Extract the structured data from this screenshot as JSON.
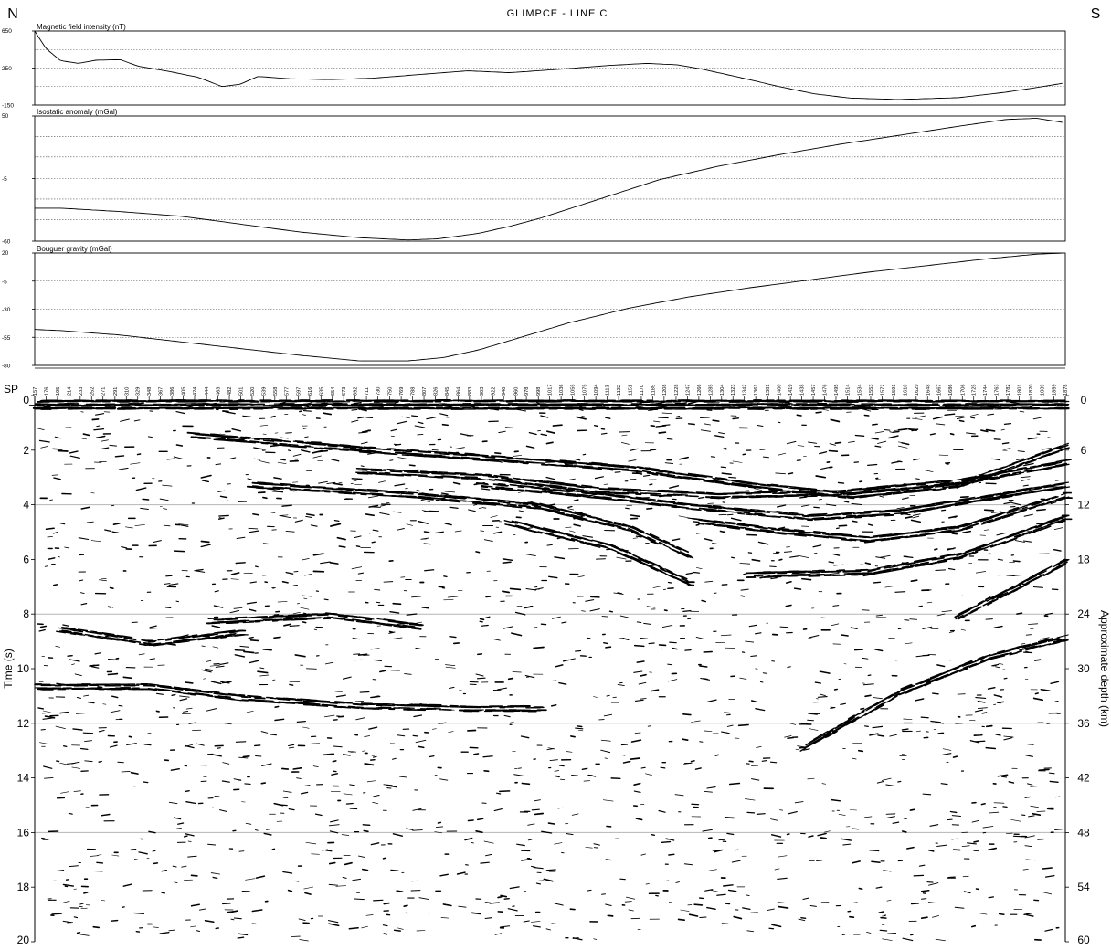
{
  "title": "GLIMPCE - LINE C",
  "compass": {
    "left": "N",
    "right": "S"
  },
  "chart_data": [
    {
      "type": "line",
      "title": "Magnetic field intensity (nT)",
      "ylim": [
        -150,
        650
      ],
      "y_ticks": [
        "650",
        "250",
        "-150"
      ],
      "grid_values": [
        450,
        250,
        50
      ],
      "xlim": [
        157,
        1878
      ],
      "x": [
        157,
        176,
        200,
        230,
        260,
        300,
        330,
        380,
        430,
        470,
        500,
        530,
        580,
        650,
        720,
        800,
        880,
        950,
        1040,
        1120,
        1180,
        1230,
        1270,
        1330,
        1400,
        1460,
        1520,
        1600,
        1700,
        1780,
        1840,
        1878
      ],
      "values": [
        650,
        460,
        330,
        300,
        335,
        340,
        270,
        215,
        150,
        50,
        75,
        160,
        135,
        125,
        140,
        180,
        220,
        200,
        240,
        280,
        300,
        285,
        240,
        155,
        50,
        -30,
        -75,
        -90,
        -70,
        -10,
        50,
        90
      ]
    },
    {
      "type": "line",
      "title": "Isostatic anomaly (mGal)",
      "ylim": [
        -60,
        50
      ],
      "y_ticks": [
        "50",
        "-5",
        "-60"
      ],
      "grid_values": [
        32,
        14,
        -5,
        -23,
        -41
      ],
      "xlim": [
        157,
        1878
      ],
      "x": [
        157,
        200,
        300,
        400,
        500,
        600,
        700,
        780,
        830,
        900,
        950,
        1000,
        1100,
        1200,
        1300,
        1400,
        1500,
        1600,
        1700,
        1780,
        1830,
        1878
      ],
      "values": [
        -31,
        -31,
        -34,
        -38,
        -45,
        -52,
        -57,
        -59,
        -58,
        -53,
        -47,
        -40,
        -23,
        -6,
        6,
        16,
        25,
        33,
        41,
        47,
        48,
        44
      ]
    },
    {
      "type": "line",
      "title": "Bouguer gravity (mGal)",
      "ylim": [
        -80,
        20
      ],
      "y_ticks": [
        "20",
        "-5",
        "-30",
        "-55",
        "-80"
      ],
      "grid_values": [
        -5,
        -30,
        -55
      ],
      "xlim": [
        157,
        1878
      ],
      "x": [
        157,
        200,
        300,
        400,
        500,
        600,
        700,
        780,
        840,
        900,
        950,
        1050,
        1150,
        1250,
        1350,
        1450,
        1550,
        1650,
        1750,
        1830,
        1878
      ],
      "values": [
        -48,
        -49,
        -53,
        -59,
        -65,
        -71,
        -76,
        -76,
        -73,
        -66,
        -58,
        -42,
        -29,
        -19,
        -11,
        -4,
        3,
        9,
        15,
        19,
        20
      ]
    },
    {
      "type": "heatmap",
      "title": "",
      "xlabel": "SP",
      "ylabel": "Time (s)",
      "ylabel_right": "Approximate depth (km)",
      "ylim": [
        0,
        20
      ],
      "y_ticks": [
        "0",
        "2",
        "4",
        "6",
        "8",
        "10",
        "12",
        "14",
        "16",
        "18",
        "20"
      ],
      "y_ticks_right": [
        "0",
        "6",
        "12",
        "18",
        "24",
        "30",
        "36",
        "42",
        "48",
        "54",
        "60"
      ],
      "hgrid_values": [
        4,
        8,
        12,
        16
      ],
      "sp_ticks": [
        "157",
        "176",
        "195",
        "214",
        "233",
        "252",
        "271",
        "291",
        "310",
        "329",
        "348",
        "367",
        "386",
        "405",
        "424",
        "444",
        "463",
        "482",
        "501",
        "520",
        "539",
        "558",
        "577",
        "597",
        "616",
        "635",
        "654",
        "673",
        "692",
        "711",
        "730",
        "750",
        "769",
        "788",
        "807",
        "826",
        "845",
        "864",
        "883",
        "903",
        "922",
        "940",
        "960",
        "978",
        "998",
        "1017",
        "1036",
        "1055",
        "1075",
        "1094",
        "1113",
        "1132",
        "1151",
        "1170",
        "1189",
        "1208",
        "1228",
        "1247",
        "1266",
        "1285",
        "1304",
        "1323",
        "1342",
        "1361",
        "1381",
        "1400",
        "1419",
        "1438",
        "1457",
        "1476",
        "1495",
        "1514",
        "1534",
        "1553",
        "1572",
        "1591",
        "1610",
        "1629",
        "1648",
        "1667",
        "1686",
        "1706",
        "1725",
        "1744",
        "1763",
        "1782",
        "1801",
        "1820",
        "1839",
        "1859",
        "1878"
      ],
      "reflector_bands": [
        {
          "x": [
            157,
            1878
          ],
          "t": [
            0.2,
            0.2
          ]
        },
        {
          "x": [
            420,
            700,
            900,
            1150,
            1350,
            1520,
            1700,
            1878
          ],
          "t": [
            1.4,
            1.9,
            2.2,
            2.6,
            3.2,
            3.6,
            3.2,
            1.8
          ]
        },
        {
          "x": [
            700,
            900,
            1100,
            1300,
            1500,
            1700,
            1878
          ],
          "t": [
            2.7,
            2.9,
            3.4,
            3.6,
            3.5,
            3.1,
            2.4
          ]
        },
        {
          "x": [
            900,
            1100,
            1250,
            1450,
            1600,
            1878
          ],
          "t": [
            3.2,
            3.6,
            4.0,
            4.4,
            4.2,
            3.2
          ]
        },
        {
          "x": [
            520,
            800,
            1000,
            1150,
            1250
          ],
          "t": [
            3.2,
            3.6,
            4.0,
            4.8,
            5.8
          ]
        },
        {
          "x": [
            950,
            1120,
            1250
          ],
          "t": [
            4.6,
            5.5,
            6.8
          ]
        },
        {
          "x": [
            1250,
            1400,
            1550,
            1700,
            1878
          ],
          "t": [
            4.5,
            4.9,
            5.2,
            4.8,
            3.6
          ]
        },
        {
          "x": [
            1350,
            1550,
            1700,
            1878
          ],
          "t": [
            6.5,
            6.4,
            5.8,
            4.4
          ]
        },
        {
          "x": [
            1700,
            1790,
            1878
          ],
          "t": [
            8.0,
            7.0,
            6.0
          ]
        },
        {
          "x": [
            1440,
            1600,
            1750,
            1878
          ],
          "t": [
            12.8,
            10.8,
            9.5,
            8.8
          ]
        },
        {
          "x": [
            160,
            350,
            500,
            700,
            900,
            1000
          ],
          "t": [
            10.6,
            10.6,
            11.0,
            11.3,
            11.4,
            11.4
          ]
        },
        {
          "x": [
            450,
            650,
            800
          ],
          "t": [
            8.2,
            8.0,
            8.4
          ]
        },
        {
          "x": [
            200,
            350,
            500
          ],
          "t": [
            8.5,
            9.0,
            8.6
          ]
        }
      ]
    }
  ]
}
